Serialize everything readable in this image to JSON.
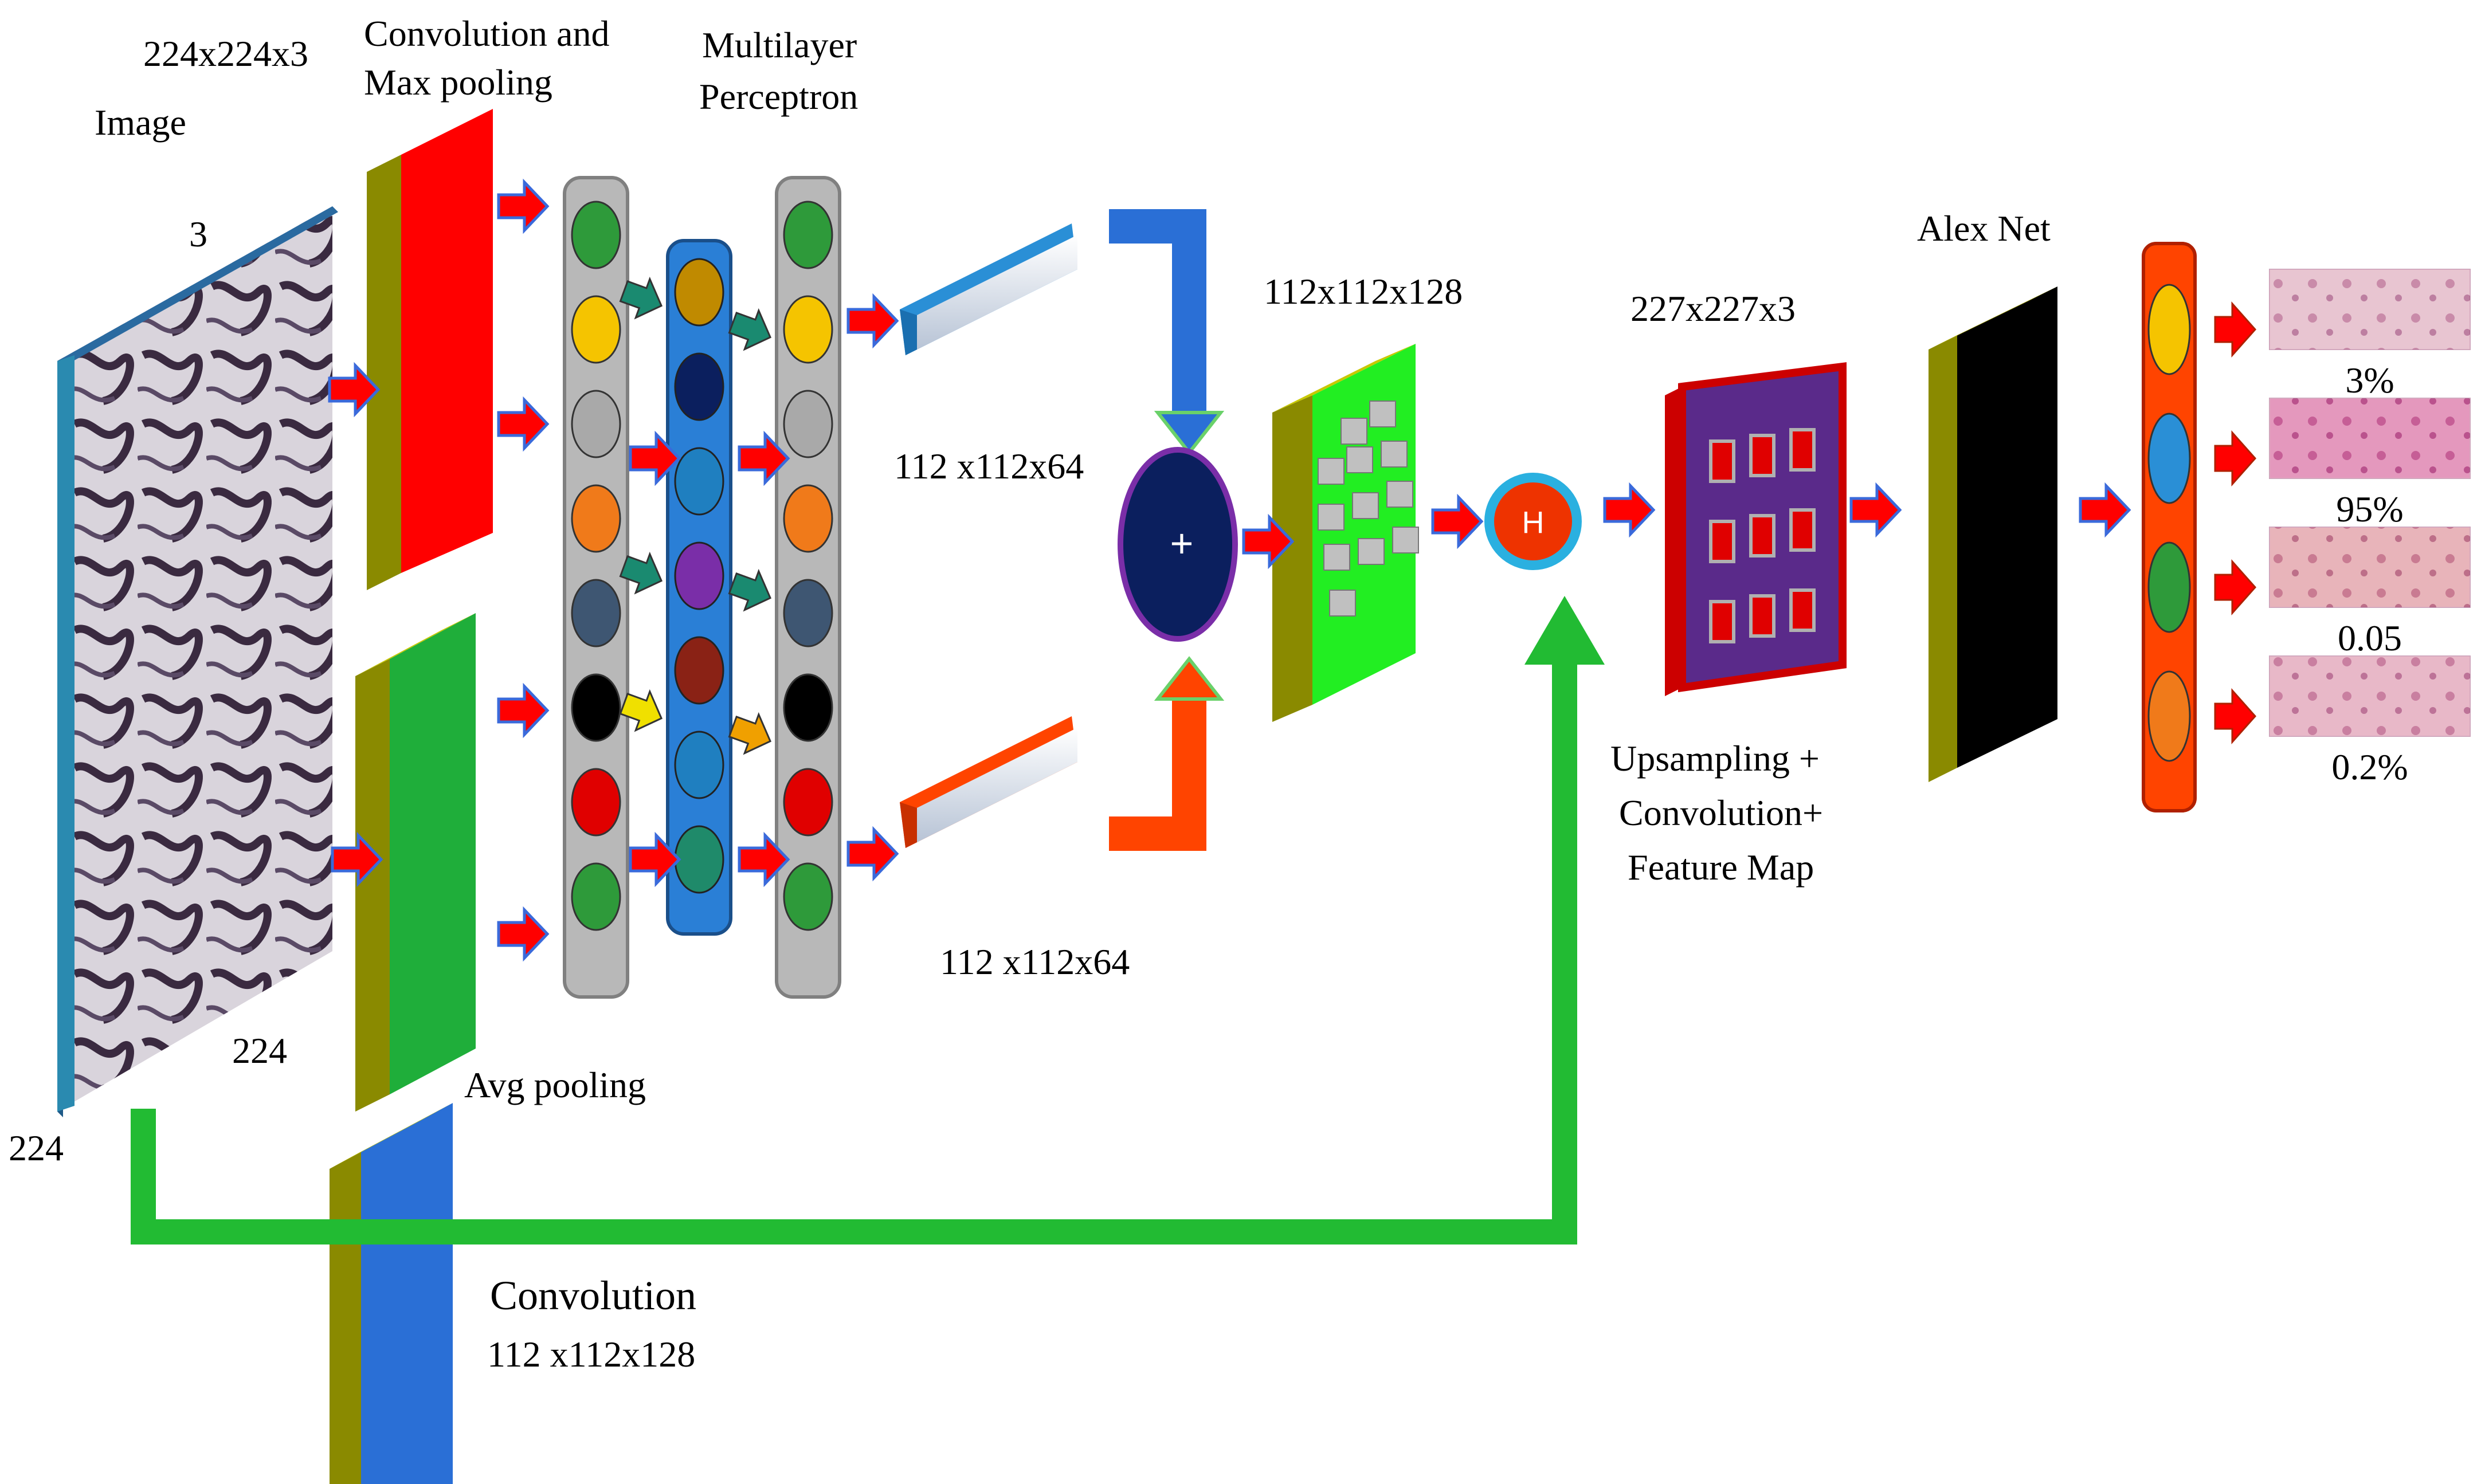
{
  "labels": {
    "image": "Image",
    "input_dims": "224x224x3",
    "conv_maxpool_line1": "Convolution and",
    "conv_maxpool_line2": "Max pooling",
    "mlp_line1": "Multilayer",
    "mlp_line2": "Perceptron",
    "depth_label": "3",
    "height_label": "224",
    "width_label": "224",
    "avg_pooling": "Avg pooling",
    "upper_branch_dims": "112 x112x64",
    "lower_branch_dims": "112 x112x64",
    "merged_dims": "112x112x128",
    "upsample_dims": "227x227x3",
    "upsample_line1": "Upsampling  +",
    "upsample_line2": "Convolution+",
    "upsample_line3": "Feature Map",
    "alexnet": "Alex Net",
    "convolution": "Convolution",
    "convolution_dims": "112 x112x128",
    "sum_symbol": "+",
    "h_symbol": "H"
  },
  "outputs": [
    {
      "value": "3%",
      "node_color": "#f5c400"
    },
    {
      "value": "95%",
      "node_color": "#2a8fd6"
    },
    {
      "value": "0.05",
      "node_color": "#2e9a3a"
    },
    {
      "value": "0.2%",
      "node_color": "#f07a1a"
    }
  ],
  "mlp_nodes_outer": [
    "#2e9a3a",
    "#f5c400",
    "#a9a9a9",
    "#f07a1a",
    "#3e5672",
    "#000000",
    "#e00000",
    "#2e9a3a"
  ],
  "mlp_nodes_inner": [
    "#c08a00",
    "#0b1f5e",
    "#1f7fc0",
    "#7a2ea8",
    "#8a2215",
    "#1f7fc0",
    "#1f8a6a"
  ],
  "colors": {
    "maxpool": "#ff0000",
    "avgpool": "#1fae3a",
    "conv_block": "#2a6fd6",
    "side_olive": "#8a8a00",
    "green_line": "#22bb33",
    "sum_node": "#0b1f5e",
    "h_node": "#ee3300",
    "alexnet": "#000000",
    "upsample": "#5a2a8a"
  }
}
